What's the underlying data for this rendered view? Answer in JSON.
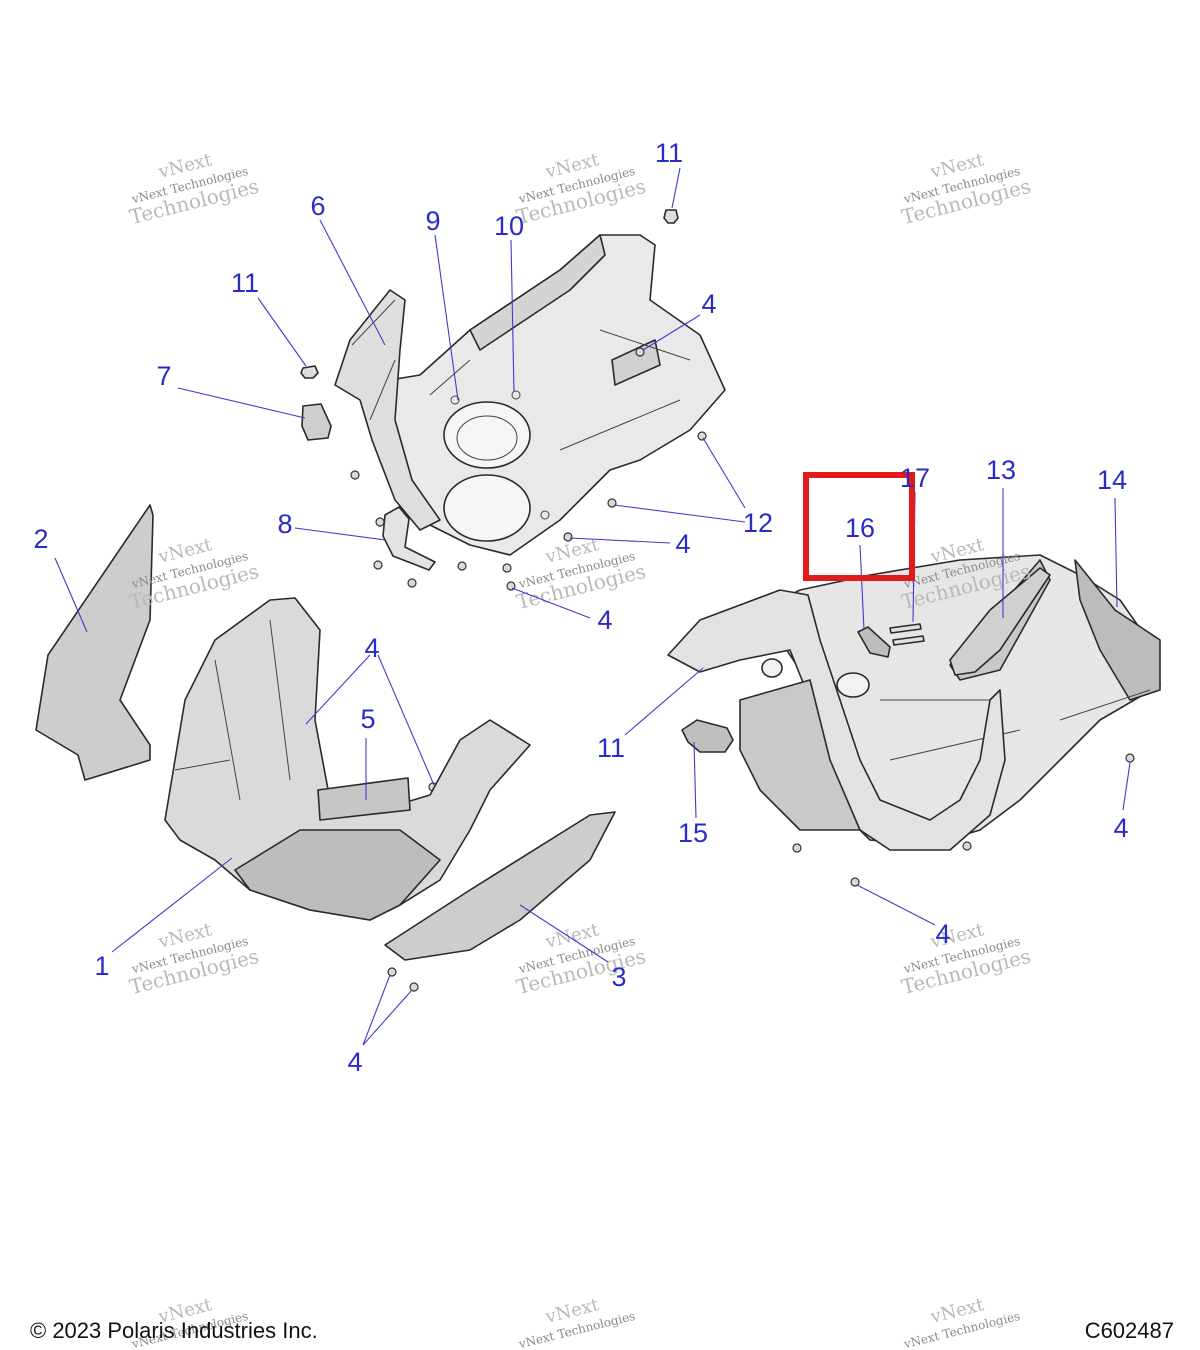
{
  "callouts": [
    {
      "label": "11"
    },
    {
      "label": "6"
    },
    {
      "label": "9"
    },
    {
      "label": "10"
    },
    {
      "label": "11"
    },
    {
      "label": "4"
    },
    {
      "label": "7"
    },
    {
      "label": "12"
    },
    {
      "label": "4"
    },
    {
      "label": "8"
    },
    {
      "label": "4"
    },
    {
      "label": "2"
    },
    {
      "label": "17"
    },
    {
      "label": "13"
    },
    {
      "label": "14"
    },
    {
      "label": "16"
    },
    {
      "label": "4"
    },
    {
      "label": "5"
    },
    {
      "label": "11"
    },
    {
      "label": "15"
    },
    {
      "label": "4"
    },
    {
      "label": "1"
    },
    {
      "label": "3"
    },
    {
      "label": "4"
    },
    {
      "label": "4"
    }
  ],
  "highlight": {
    "callout": "16",
    "color": "#e01b1b"
  },
  "watermark": {
    "line1": "vNext",
    "line2": "vNext Technologies",
    "line3": "Technologies"
  },
  "footer": {
    "copyright": "© 2023 Polaris Industries Inc.",
    "drawing_number": "C602487"
  },
  "colors": {
    "callout_text": "#2b2bc7",
    "leader_line": "#3d3dcc",
    "part_fill": "#e6e6e6",
    "part_shade": "#cfcfcf",
    "highlight_box": "#e01b1b"
  }
}
